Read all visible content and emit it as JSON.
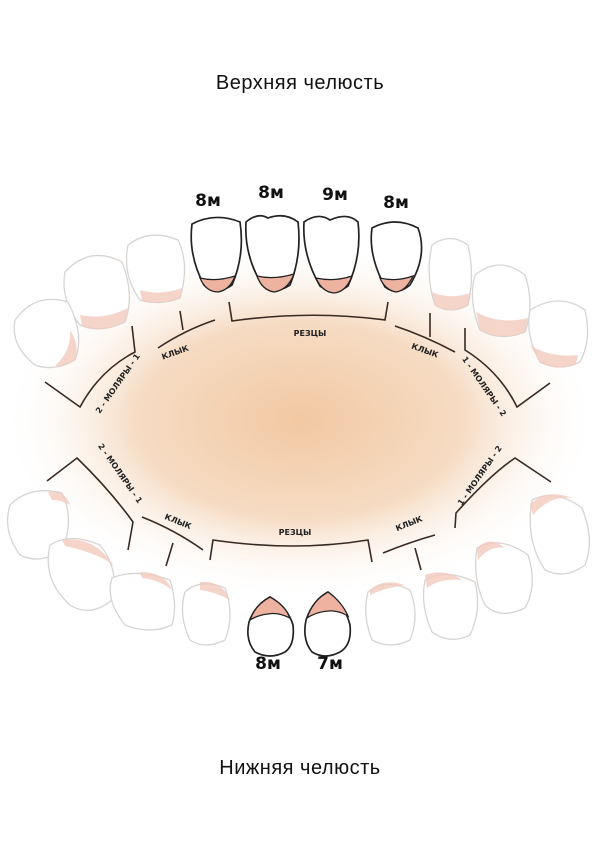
{
  "upper_jaw": {
    "title": "Верхняя челюсть",
    "incisors_label": "РЕЗЦЫ",
    "canine_left_label": "КЛЫК",
    "canine_right_label": "КЛЫК",
    "molars_left_label": "2 - МОЛЯРЫ - 1",
    "molars_right_label": "1 - МОЛЯРЫ - 2",
    "erupted_teeth_ages": [
      "8м",
      "8м",
      "9м",
      "8м"
    ]
  },
  "lower_jaw": {
    "title": "Нижняя челюсть",
    "incisors_label": "РЕЗЦЫ",
    "canine_left_label": "КЛЫК",
    "canine_right_label": "КЛЫК",
    "molars_left_label": "2 - МОЛЯРЫ - 1",
    "molars_right_label": "1 - МОЛЯРЫ - 2",
    "erupted_teeth_ages": [
      "8м",
      "7м"
    ]
  },
  "colors": {
    "glow": "#f2c8a2",
    "gum": "#eeb3a0"
  }
}
